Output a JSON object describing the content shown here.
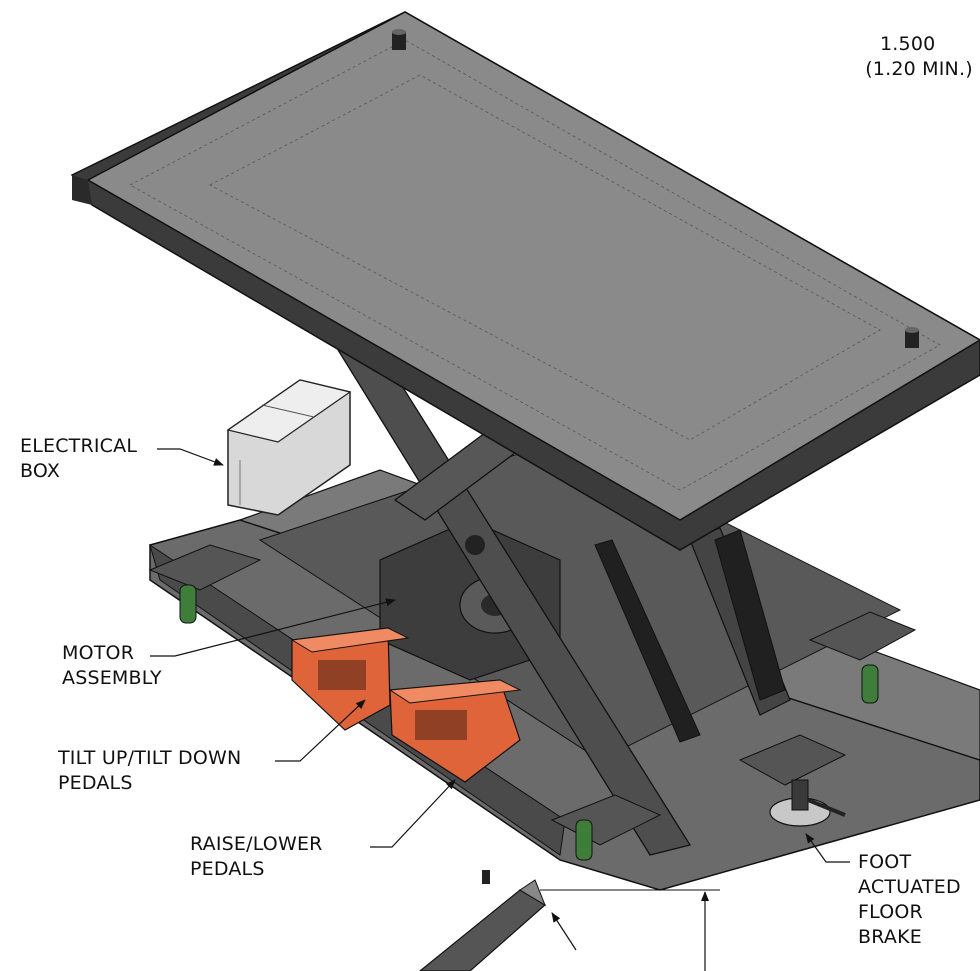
{
  "dimension": {
    "value": "1.500",
    "min_note": "(1.20 MIN.)"
  },
  "callouts": {
    "electrical_box": "ELECTRICAL\nBOX",
    "motor_assembly": "MOTOR\nASSEMBLY",
    "tilt_pedals": "TILT UP/TILT DOWN\nPEDALS",
    "raise_lower_pedals": "RAISE/LOWER\nPEDALS",
    "floor_brake": "FOOT\nACTUATED\nFLOOR\nBRAKE"
  },
  "colors": {
    "table_top": "#8a8a8a",
    "frame": "#3a3a3a",
    "pedal": "#e0643a",
    "caster_wheel": "#3e7d3a"
  }
}
